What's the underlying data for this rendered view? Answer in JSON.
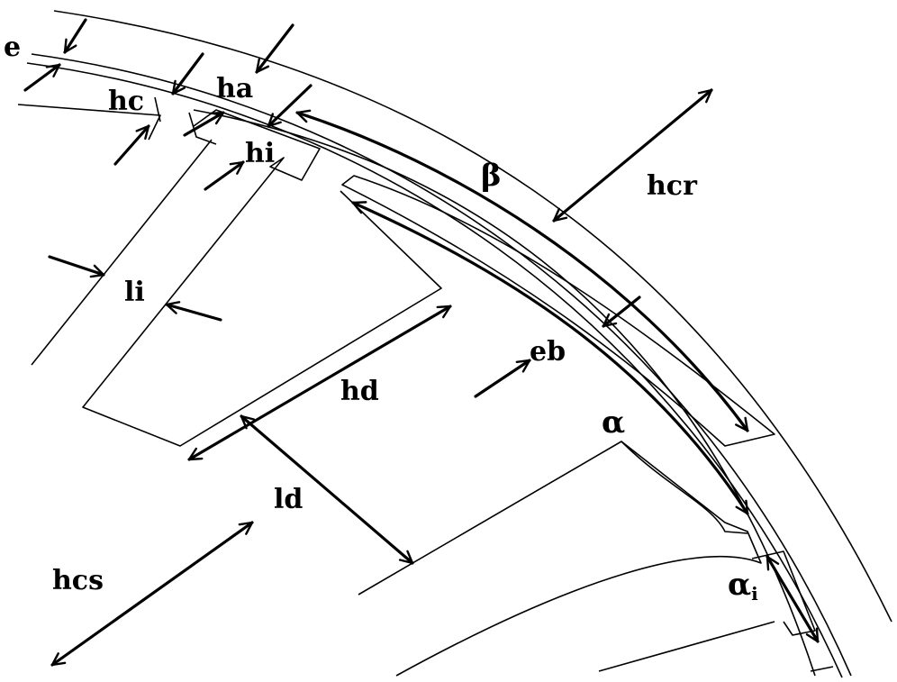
{
  "diagram": {
    "labels": {
      "e": "e",
      "hc": "hc",
      "ha": "ha",
      "hi": "hi",
      "li": "li",
      "beta": "β",
      "hcr": "hcr",
      "hd": "hd",
      "eb": "eb",
      "alpha": "α",
      "ld": "ld",
      "hcs": "hcs",
      "alpha_i_base": "α",
      "alpha_i_sub": "i"
    },
    "colors": {
      "stroke": "#000000",
      "background": "#ffffff"
    }
  }
}
